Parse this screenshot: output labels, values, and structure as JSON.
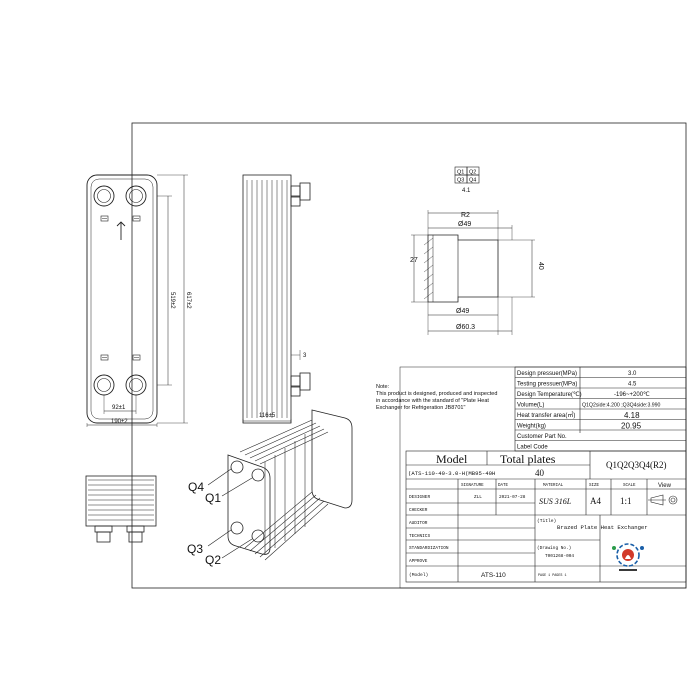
{
  "front_view": {
    "label_q4": "Q4",
    "label_q1": "Q1",
    "label_q3": "Q3",
    "label_q2": "Q2",
    "dim_height_inner": "519±2",
    "dim_height_outer": "617±2",
    "dim_port_spacing": "92±1",
    "dim_width": "190±2"
  },
  "side_view": {
    "dim_thickness": "116±5",
    "dim_small": "3"
  },
  "connection_detail": {
    "legend_q1": "Q1",
    "legend_q2": "Q2",
    "legend_q3": "Q3",
    "legend_q4": "Q4",
    "legend_caption": "4.1",
    "dim_radius": "R2",
    "dim_top_dia": "Ø49",
    "dim_27": "27",
    "dim_40": "40",
    "dim_bottom_dia": "Ø49",
    "dim_outer_dia": "Ø60.3"
  },
  "note": {
    "title": "Note:",
    "lines": [
      "This product is designed, produced and inspected",
      "in accordance with the standard of \"Plate Heat",
      "Exchanger for Refrigeration JB8701\""
    ]
  },
  "spec_table": {
    "rows": [
      {
        "label": "Design pressuer(MPa)",
        "value": "3.0"
      },
      {
        "label": "Testing pressuer(MPa)",
        "value": "4.5"
      },
      {
        "label": "Design Temperature(℃)",
        "value": "-196~+200℃"
      },
      {
        "label": "Volume(L)",
        "value": "Q1Q2side:4.200 ;Q3Q4side:3.990"
      },
      {
        "label": "Heat transfer area(㎡)",
        "value": "4.18"
      },
      {
        "label": "Weight(kg)",
        "value": "20.95"
      },
      {
        "label": "Customer Part No.",
        "value": ""
      },
      {
        "label": "Label Code",
        "value": ""
      }
    ]
  },
  "title_block": {
    "model_header": "Model",
    "total_plates_header": "Total plates",
    "connection_code": "Q1Q2Q3Q4(R2)",
    "model_code": "(ATS-110-40-3.0-H(MB95-40H",
    "total_plates_value": "40",
    "col_signature": "SIGNATURE",
    "col_date": "DATE",
    "col_material": "MATERIAL",
    "col_size": "SIZE",
    "col_scale": "SCALE",
    "col_view": "View",
    "row_designer": "DESIGNER",
    "designer_sign": "ZLL",
    "designer_date": "2021-07-28",
    "material_value": "SUS 316L",
    "size_value": "A4",
    "scale_value": "1:1",
    "row_checker": "CHECKER",
    "row_auditor": "AUDITOR",
    "row_technics": "TECHNICS",
    "row_standardization": "STANDARDIZATION",
    "row_approve": "APPROVE",
    "title_label": "(Title)",
    "title_value": "Brazed Plate Heat Exchanger",
    "drawing_no_label": "(Drawing No.)",
    "drawing_no_value": "T001268-004",
    "model_label": "(Model)",
    "model_value": "ATS-110",
    "page_info": "PAGE 1 PAGES 1"
  }
}
